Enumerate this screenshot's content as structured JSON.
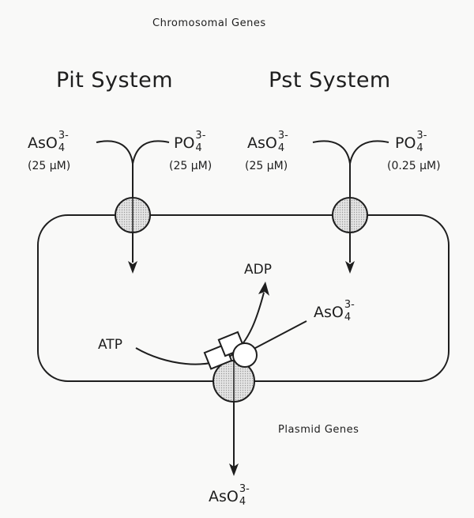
{
  "title": "Chromosomal Genes",
  "systems": {
    "pit": {
      "label": "Pit System"
    },
    "pst": {
      "label": "Pst System"
    }
  },
  "ions": {
    "arsenate": {
      "base": "AsO",
      "sub": "4",
      "sup": "3-"
    },
    "phosphate": {
      "base": "PO",
      "sub": "4",
      "sup": "3-"
    }
  },
  "concentrations": {
    "pit_arsenate": "(25 µM)",
    "pit_phosphate": "(25 µM)",
    "pst_arsenate": "(25 µM)",
    "pst_phosphate": "(0.25 µM)"
  },
  "molecules": {
    "adp": "ADP",
    "atp": "ATP"
  },
  "plasmid_label": "Plasmid Genes",
  "colors": {
    "line": "#1e1e1e",
    "stipple": "#d4d4d4"
  }
}
